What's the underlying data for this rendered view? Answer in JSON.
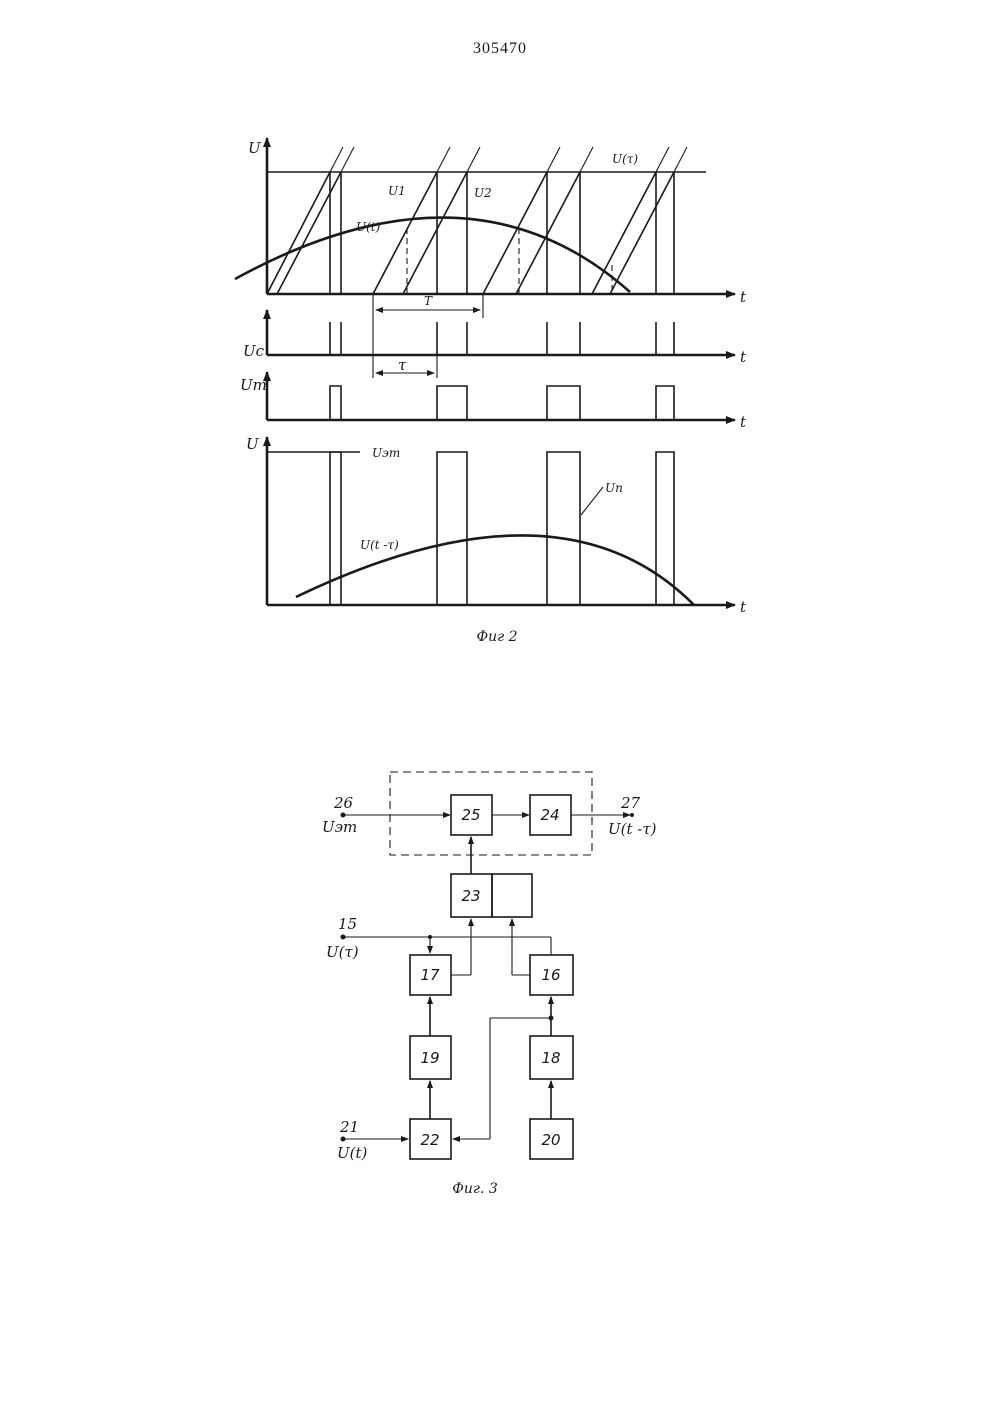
{
  "page_number": "305470",
  "figure2": {
    "caption": "Фиг 2",
    "panel1": {
      "y_axis": "U",
      "x_axis": "t",
      "threshold_label": "U(τ)",
      "signal_label": "U(t)",
      "ramp1_label": "U1",
      "ramp2_label": "U2",
      "period_label": "T"
    },
    "panel2": {
      "y_axis": "Uc",
      "x_axis": "t",
      "delay_label": "τ"
    },
    "panel3": {
      "y_axis": "Uт",
      "x_axis": "t"
    },
    "panel4": {
      "y_axis": "U",
      "x_axis": "t",
      "reference_label": "Uэт",
      "pulse_label": "Uп",
      "delayed_label": "U(t -τ)"
    }
  },
  "figure3": {
    "caption": "Фиг. 3",
    "blocks": [
      "25",
      "24",
      "23",
      "17",
      "16",
      "19",
      "18",
      "22",
      "20"
    ],
    "terminals": {
      "t26": {
        "number": "26",
        "label": "Uэт"
      },
      "t27": {
        "number": "27",
        "label": "U(t -τ)"
      },
      "t15": {
        "number": "15",
        "label": "U(τ)"
      },
      "t21": {
        "number": "21",
        "label": "U(t)"
      }
    }
  }
}
